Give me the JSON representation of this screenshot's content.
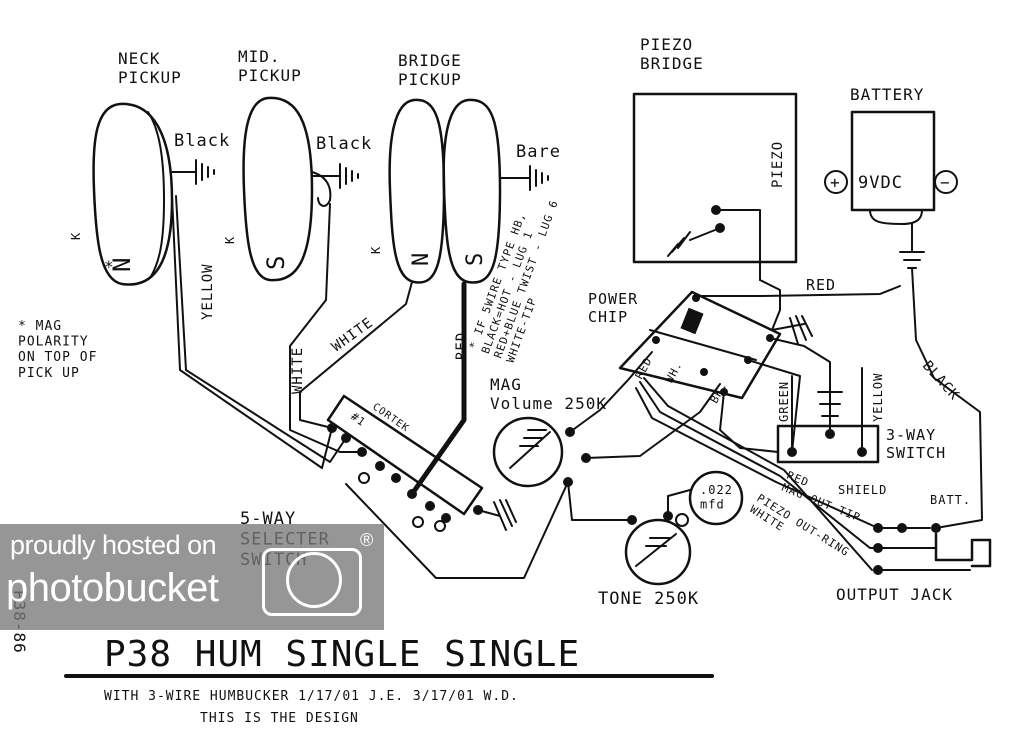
{
  "pickups": {
    "neck": "NECK\nPICKUP",
    "mid": "MID.\nPICKUP",
    "bridge": "BRIDGE\nPICKUP",
    "piezo_bridge": "PIEZO\nBRIDGE",
    "battery": "BATTERY",
    "battery_voltage": "9VDC",
    "battery_plus": "+",
    "battery_minus": "−",
    "piezo_element": "PIEZO",
    "neck_pole": "N",
    "neck_pole_mark": "*",
    "mid_pole": "S",
    "bridge_pole_a": "N",
    "bridge_pole_b": "S",
    "k_neck": "K",
    "k_mid": "K",
    "k_bridge": "K"
  },
  "wires": {
    "black_1": "Black",
    "black_2": "Black",
    "bare": "Bare",
    "yellow": "YELLOW",
    "white_1": "WHITE",
    "white_2": "WHITE",
    "red": "RED",
    "red_piezo": "RED",
    "black_batt": "BLACK",
    "green": "GREEN",
    "yellow_switch": "YELLOW",
    "red_chip": "RED",
    "wh_chip": "WH.",
    "bk_chip": "BK.",
    "shield": "SHIELD",
    "batt": "BATT.",
    "red_mag": "RED\nMAG OUT-TIP",
    "piezo_ring": "PIEZO OUT-RING\nWHITE"
  },
  "notes": {
    "five_wire": "* IF 5WIRE TYPE HB,\nBLACK=HOT - LUG 1\nRED+BLUE TWIST - LUG 6\nWHITE-TIP",
    "mag_polarity": "* MAG\nPOLARITY\nON TOP OF\nPICK UP"
  },
  "components": {
    "power_chip": "POWER\nCHIP",
    "mag_volume": "MAG\nVolume 250K",
    "tone": "TONE 250K",
    "cap": ".022\nmfd",
    "three_way": "3-WAY\nSWITCH",
    "five_way": "5-WAY\nSELECTER\nSWITCH",
    "cortek": "CORTEK",
    "lug1": "#1",
    "output_jack": "OUTPUT JACK"
  },
  "title": {
    "main": "P38 HUM SINGLE SINGLE",
    "sub": "WITH 3-WIRE HUMBUCKER   1/17/01 J.E.   3/17/01 W.D.",
    "design": "THIS IS THE DESIGN",
    "side": "P38-86"
  },
  "watermark": {
    "top": "proudly hosted on",
    "bottom": "photobucket",
    "reg": "®"
  }
}
